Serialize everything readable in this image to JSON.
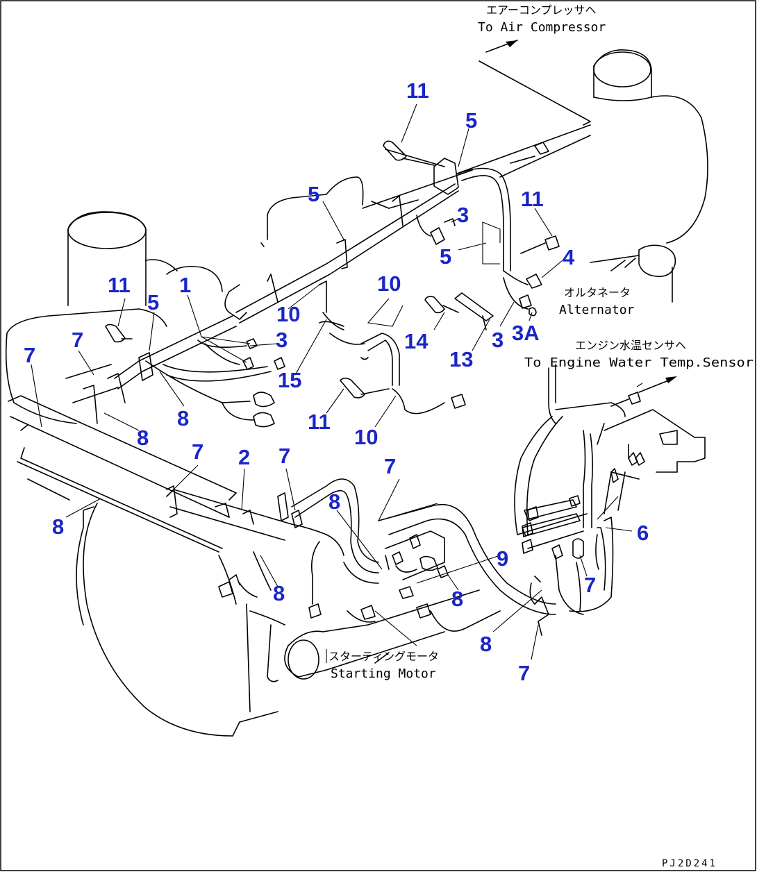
{
  "drawing": {
    "code": "PJ2D241",
    "accent_color": "#1a25c8"
  },
  "annotations": {
    "air_compressor_jp": "エアーコンプレッサヘ",
    "air_compressor_en": "To Air Compressor",
    "alternator_jp": "オルタネータ",
    "alternator_en": "Alternator",
    "water_temp_jp": "エンジン水温センサヘ",
    "water_temp_en": "To Engine Water Temp.Sensor",
    "starting_motor_jp": "スターティングモータ",
    "starting_motor_en": "Starting Motor"
  },
  "part_labels": [
    {
      "id": "p11a",
      "text": "11"
    },
    {
      "id": "p5a",
      "text": "5"
    },
    {
      "id": "p5b",
      "text": "5"
    },
    {
      "id": "p3a",
      "text": "3"
    },
    {
      "id": "p11b",
      "text": "11"
    },
    {
      "id": "p5c",
      "text": "5"
    },
    {
      "id": "p4",
      "text": "4"
    },
    {
      "id": "p11c",
      "text": "11"
    },
    {
      "id": "p5d",
      "text": "5"
    },
    {
      "id": "p1",
      "text": "1"
    },
    {
      "id": "p10a",
      "text": "10"
    },
    {
      "id": "p10b",
      "text": "10"
    },
    {
      "id": "p3b",
      "text": "3"
    },
    {
      "id": "p3c",
      "text": "3"
    },
    {
      "id": "p3A",
      "text": "3A"
    },
    {
      "id": "p14",
      "text": "14"
    },
    {
      "id": "p13",
      "text": "13"
    },
    {
      "id": "p7a",
      "text": "7"
    },
    {
      "id": "p7b",
      "text": "7"
    },
    {
      "id": "p15",
      "text": "15"
    },
    {
      "id": "p8a",
      "text": "8"
    },
    {
      "id": "p8b",
      "text": "8"
    },
    {
      "id": "p11d",
      "text": "11"
    },
    {
      "id": "p10c",
      "text": "10"
    },
    {
      "id": "p7c",
      "text": "7"
    },
    {
      "id": "p2",
      "text": "2"
    },
    {
      "id": "p7d",
      "text": "7"
    },
    {
      "id": "p7e",
      "text": "7"
    },
    {
      "id": "p8c",
      "text": "8"
    },
    {
      "id": "p8d",
      "text": "8"
    },
    {
      "id": "p6",
      "text": "6"
    },
    {
      "id": "p9",
      "text": "9"
    },
    {
      "id": "p7f",
      "text": "7"
    },
    {
      "id": "p8e",
      "text": "8"
    },
    {
      "id": "p8f",
      "text": "8"
    },
    {
      "id": "p8g",
      "text": "8"
    },
    {
      "id": "p7g",
      "text": "7"
    }
  ]
}
